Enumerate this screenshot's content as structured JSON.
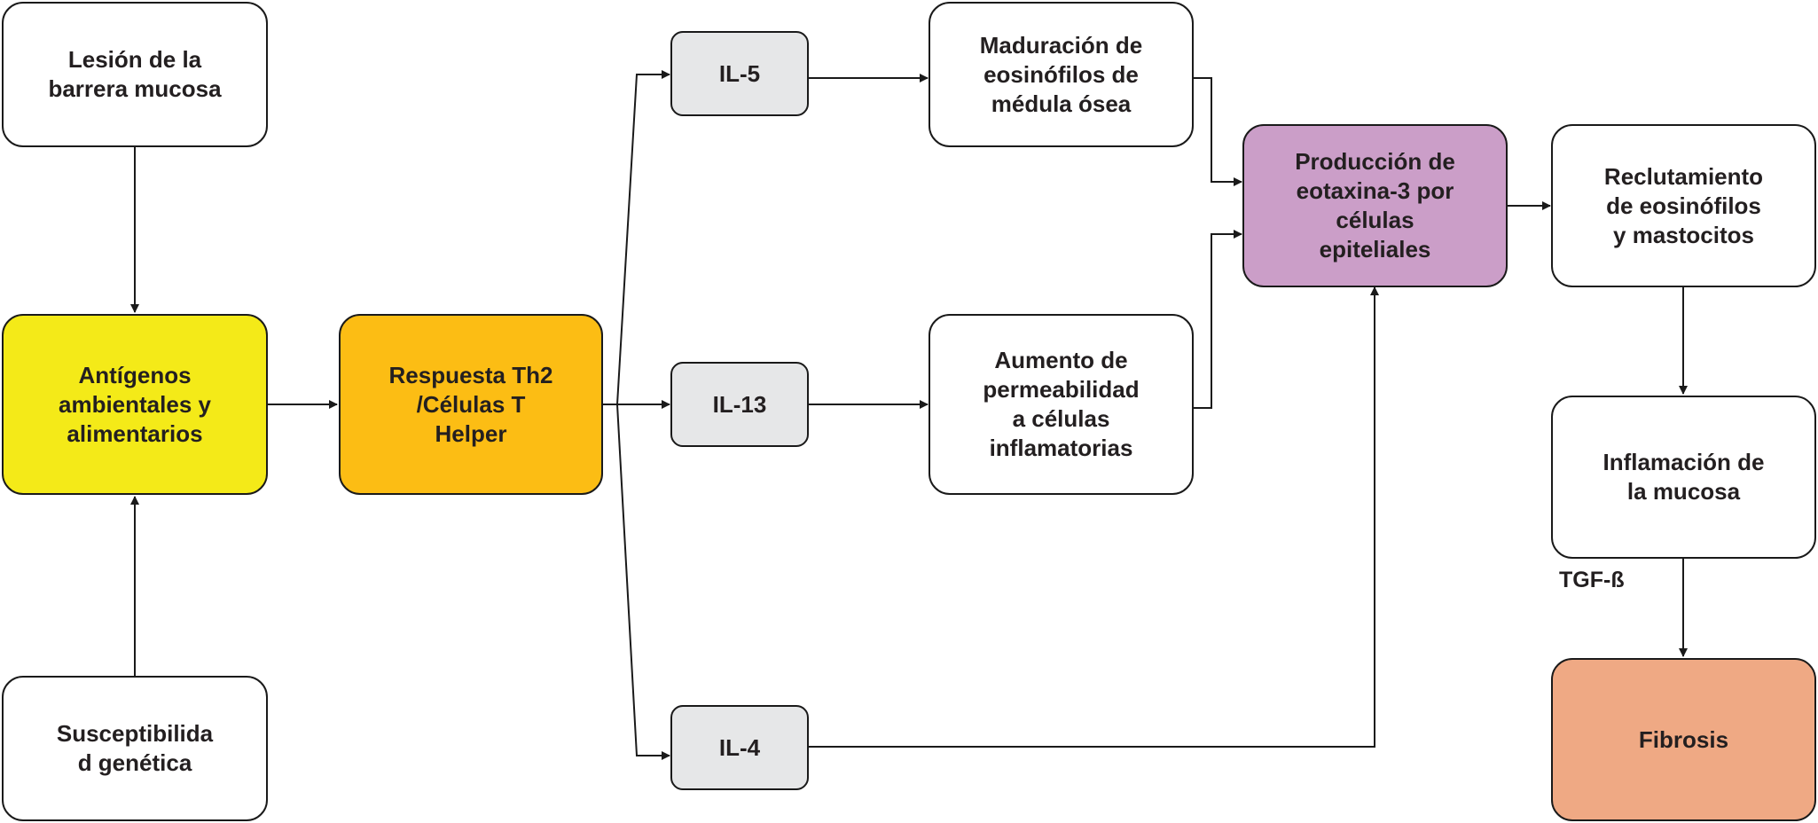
{
  "nodes": {
    "lesion": "Lesión de la\nbarrera mucosa",
    "antigenos": "Antígenos\nambientales y\nalimentarios",
    "susceptibilidad": "Susceptibilida\nd genética",
    "th2": "Respuesta Th2\n/Células T\nHelper",
    "il5": "IL-5",
    "il13": "IL-13",
    "il4": "IL-4",
    "maduracion": "Maduración de\neosinófilos de\nmédula ósea",
    "aumento": "Aumento de\npermeabilidad\na células\ninflamatorias",
    "eotaxina": "Producción de\neotaxina-3 por\ncélulas\nepiteliales",
    "reclutamiento": "Reclutamiento\nde eosinófilos\ny mastocitos",
    "inflamacion": "Inflamación de\nla mucosa",
    "fibrosis": "Fibrosis"
  },
  "edge_labels": {
    "tgf": "TGF-ß"
  },
  "colors": {
    "antigenos": "#f4ea18",
    "th2": "#fcbd14",
    "interleukins": "#e6e7e8",
    "eotaxina": "#cb9ec8",
    "fibrosis": "#efa984"
  }
}
